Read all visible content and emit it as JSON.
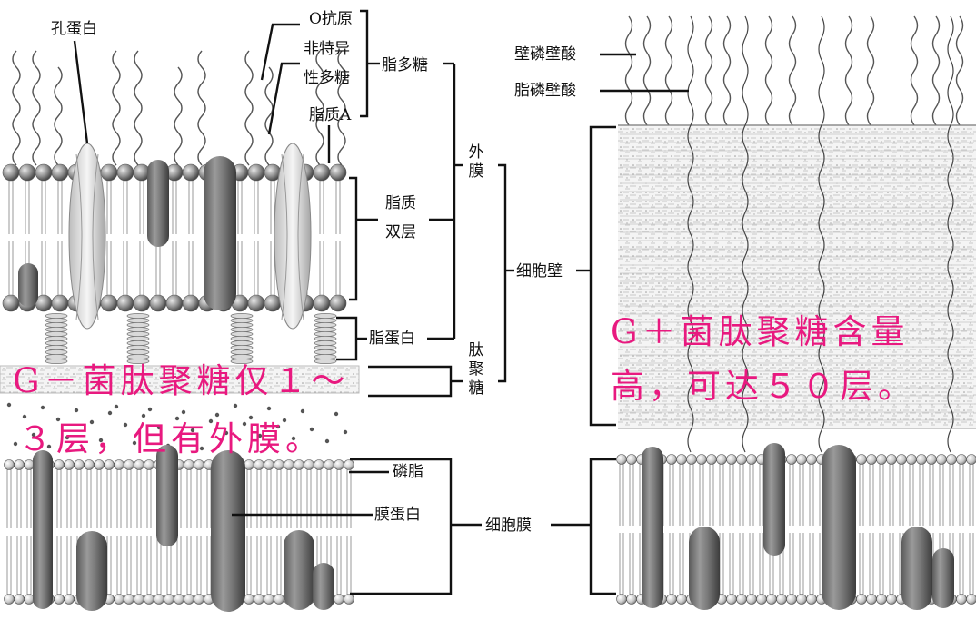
{
  "labels": {
    "porin": "孔蛋白",
    "o_antigen": "O抗原",
    "nonspecific_1": "非特异",
    "nonspecific_2": "性多糖",
    "lipid_a": "脂质A",
    "lps": "脂多糖",
    "lipid_bilayer_1": "脂质",
    "lipid_bilayer_2": "双层",
    "outer_membrane": "外膜",
    "lipoprotein": "脂蛋白",
    "peptidoglycan": "肽聚糖",
    "cell_wall": "细胞壁",
    "phospholipid": "磷脂",
    "membrane_protein": "膜蛋白",
    "cell_membrane": "细胞膜",
    "teichoic_acid": "壁磷壁酸",
    "lipoteichoic_acid": "脂磷壁酸"
  },
  "notes": {
    "gram_negative_line1": "G－菌肽聚糖仅１～",
    "gram_negative_line2": "３层，但有外膜。",
    "gram_positive_line1": "G＋菌肽聚糖含量",
    "gram_positive_line2": "高，可达５０层。"
  },
  "colors": {
    "note": "#e8197f",
    "protein": "#6e6e6e",
    "head": "#8a8a8a"
  }
}
